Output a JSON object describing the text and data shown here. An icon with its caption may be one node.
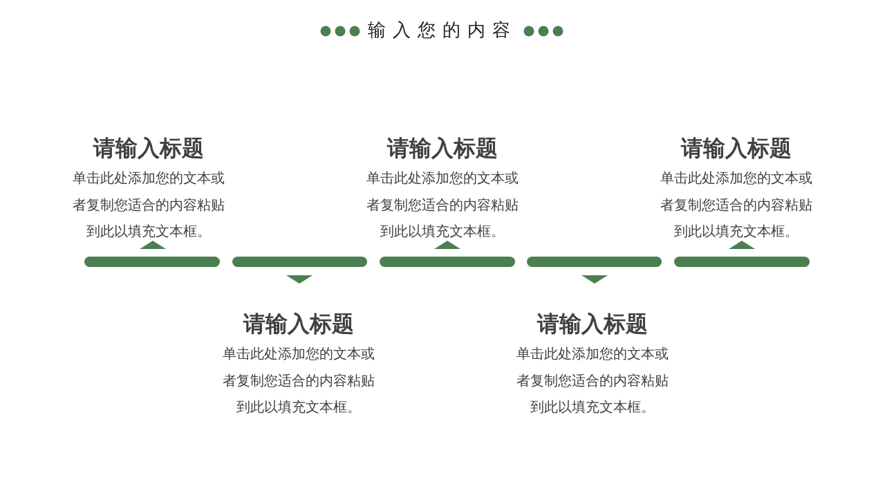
{
  "diagram": {
    "title": "输入您的内容",
    "nodes": [
      {
        "text": [
          "请输入标题",
          "单击此处添加您的文本或者复制您适合的内容粘贴到此以填充文本框。"
        ]
      },
      {
        "text": [
          "请输入标题",
          "单击此处添加您的文本或者复制您适合的内容粘贴到此以填充文本框。"
        ]
      },
      {
        "text": [
          "请输入标题",
          "单击此处添加您的文本或者复制您适合的内容粘贴到此以填充文本框。"
        ]
      },
      {
        "text": [
          "请输入标题",
          "单击此处添加您的文本或者复制您适合的内容粘贴到此以填充文本框。"
        ]
      },
      {
        "text": [
          "请输入标题",
          "单击此处添加您的文本或者复制您适合的内容粘贴到此以填充文本框。"
        ]
      }
    ]
  }
}
